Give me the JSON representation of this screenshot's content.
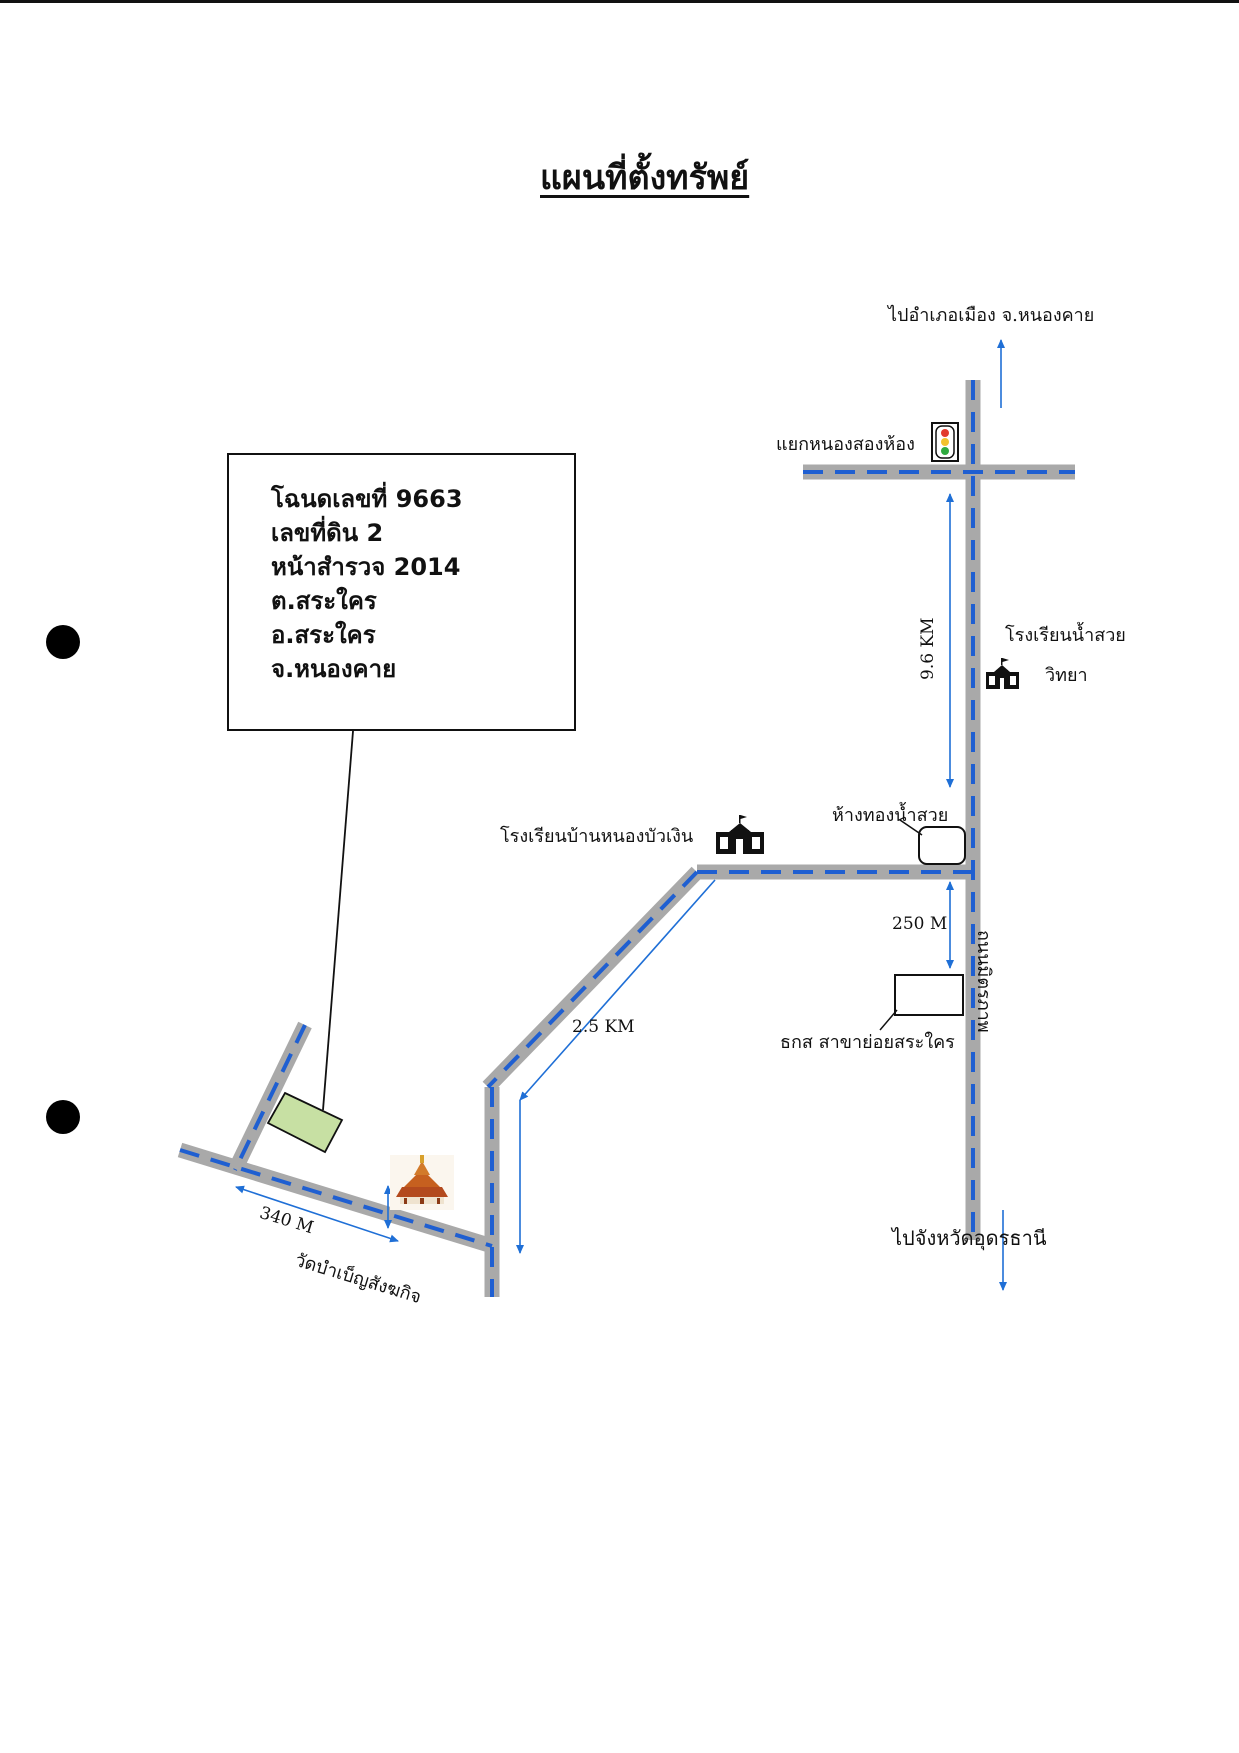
{
  "title": "แผนที่ตั้งทรัพย์",
  "deed_info": [
    "โฉนดเลขที่ 9663",
    "เลขที่ดิน   2",
    "หน้าสำรวจ  2014",
    "ต.สระใคร",
    "อ.สระใคร",
    "จ.หนองคาย"
  ],
  "labels": {
    "to_mueang": "ไปอำเภอเมือง จ.หนองคาย",
    "junction": "แยกหนองสองห้อง",
    "school_namsuay_1": "โรงเรียนน้ำสวย",
    "school_namsuay_2": "วิทยา",
    "gold_shop": "ห้างทองน้ำสวย",
    "school_nongbua": "โรงเรียนบ้านหนองบัวเงิน",
    "bank": "ธกส สาขาย่อยสระใคร",
    "highway": "ถนนมิตรภาพ",
    "temple": "วัดบำเบ็ญสังฆกิจ",
    "to_udon": "ไปจังหวัดอุดรธานี"
  },
  "distances": {
    "d_9_6": "9.6 KM",
    "d_250": "250 M",
    "d_2_5": "2.5 KM",
    "d_340": "340 M"
  },
  "colors": {
    "road": "#a9a9a9",
    "road_dash": "#1f5fd1",
    "arrow": "#1f6fd6",
    "parcel": "#c7e0a3",
    "ink": "#111111"
  },
  "icons": [
    "traffic-light-icon",
    "school-icon",
    "temple-icon"
  ]
}
